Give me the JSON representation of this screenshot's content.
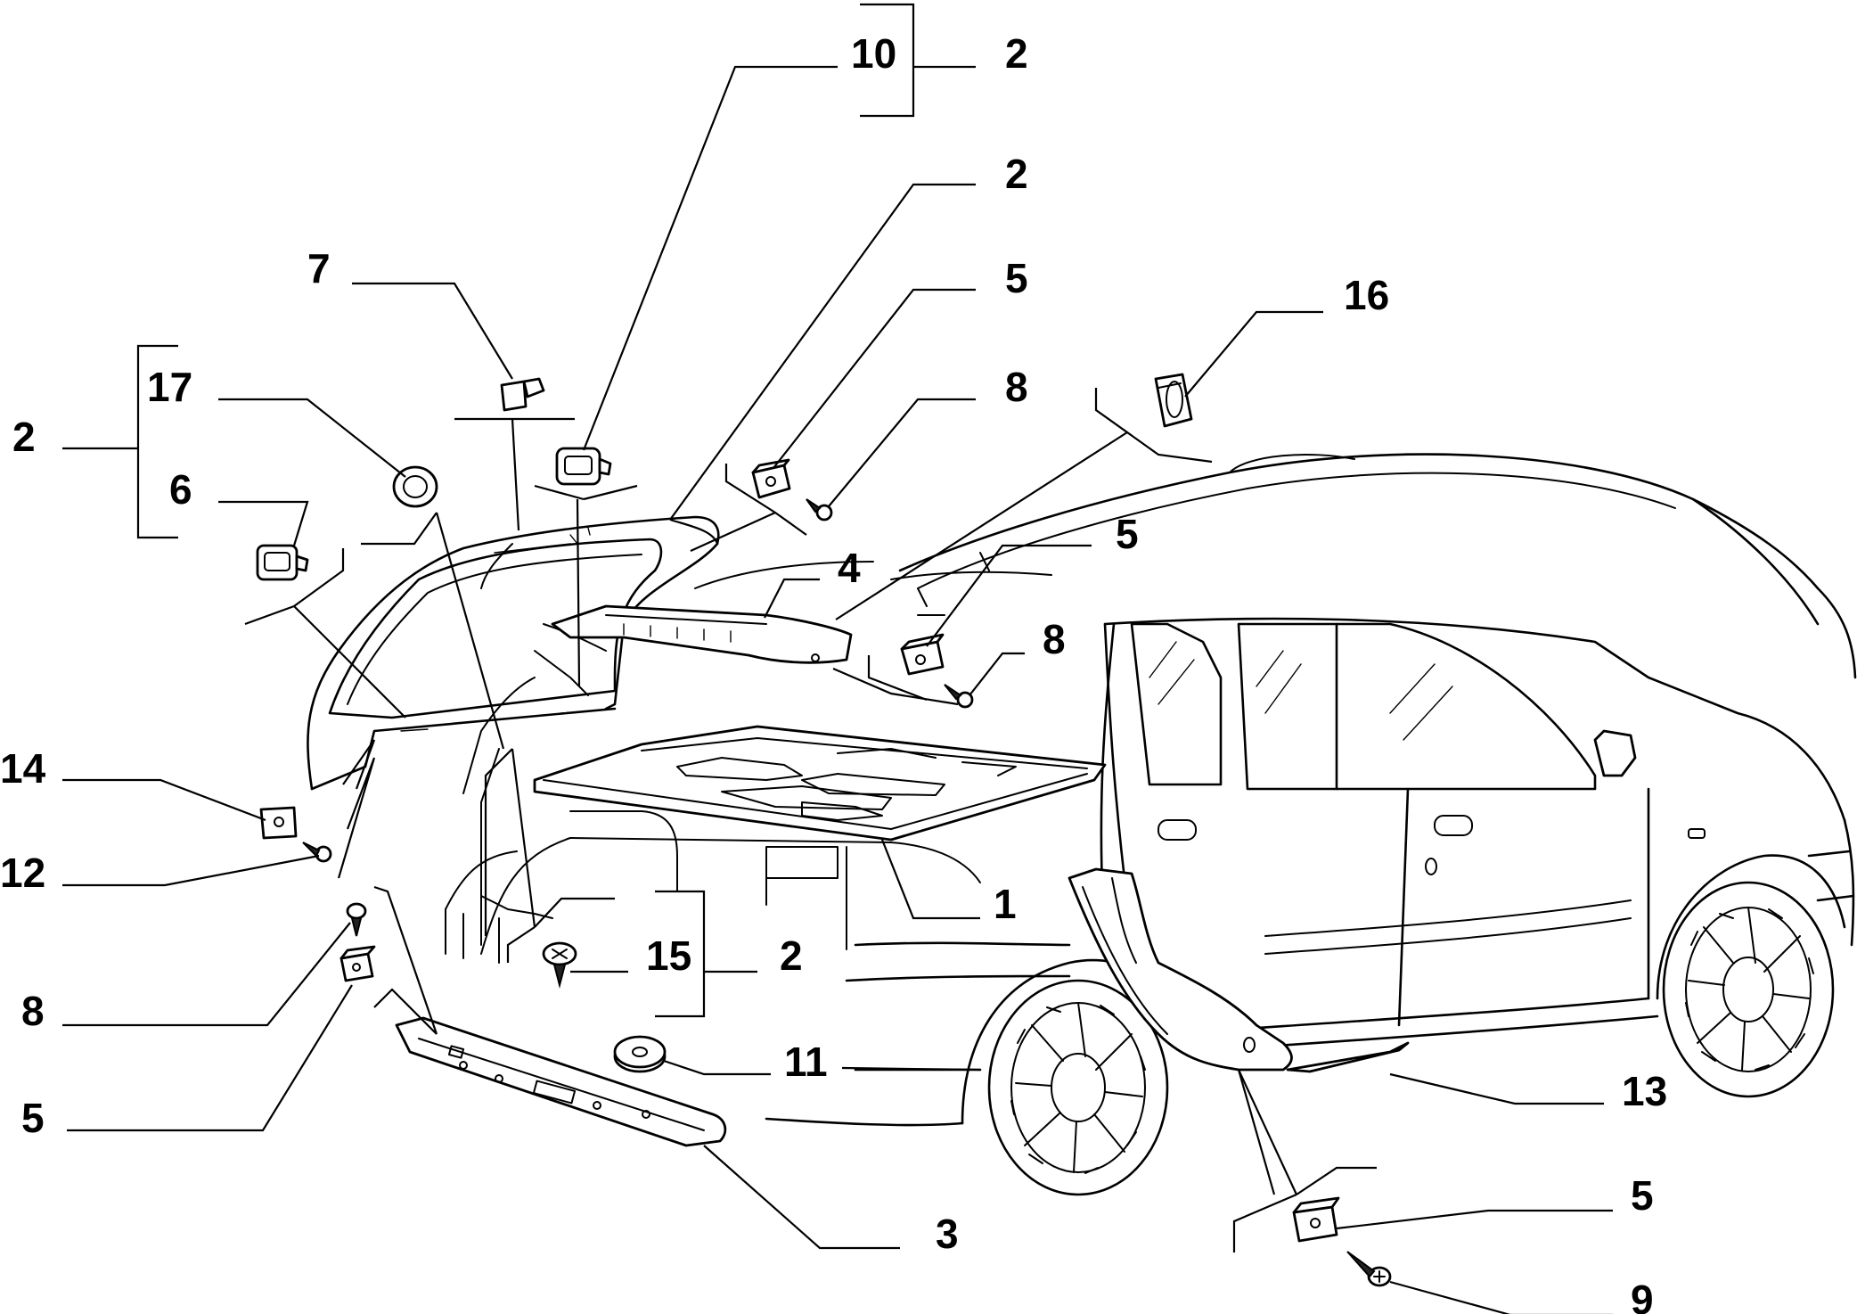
{
  "callouts": [
    {
      "id": "c-10",
      "text": "10"
    },
    {
      "id": "c-2-top",
      "text": "2"
    },
    {
      "id": "c-2-b",
      "text": "2"
    },
    {
      "id": "c-7",
      "text": "7"
    },
    {
      "id": "c-5-a",
      "text": "5"
    },
    {
      "id": "c-17",
      "text": "17"
    },
    {
      "id": "c-2-left",
      "text": "2"
    },
    {
      "id": "c-8-a",
      "text": "8"
    },
    {
      "id": "c-16",
      "text": "16"
    },
    {
      "id": "c-6",
      "text": "6"
    },
    {
      "id": "c-5-b",
      "text": "5"
    },
    {
      "id": "c-4",
      "text": "4"
    },
    {
      "id": "c-8-b",
      "text": "8"
    },
    {
      "id": "c-14",
      "text": "14"
    },
    {
      "id": "c-12",
      "text": "12"
    },
    {
      "id": "c-1",
      "text": "1"
    },
    {
      "id": "c-15",
      "text": "15"
    },
    {
      "id": "c-2-c",
      "text": "2"
    },
    {
      "id": "c-8-c",
      "text": "8"
    },
    {
      "id": "c-11",
      "text": "11"
    },
    {
      "id": "c-13",
      "text": "13"
    },
    {
      "id": "c-5-c",
      "text": "5"
    },
    {
      "id": "c-3",
      "text": "3"
    },
    {
      "id": "c-5-d",
      "text": "5"
    },
    {
      "id": "c-9",
      "text": "9"
    }
  ]
}
